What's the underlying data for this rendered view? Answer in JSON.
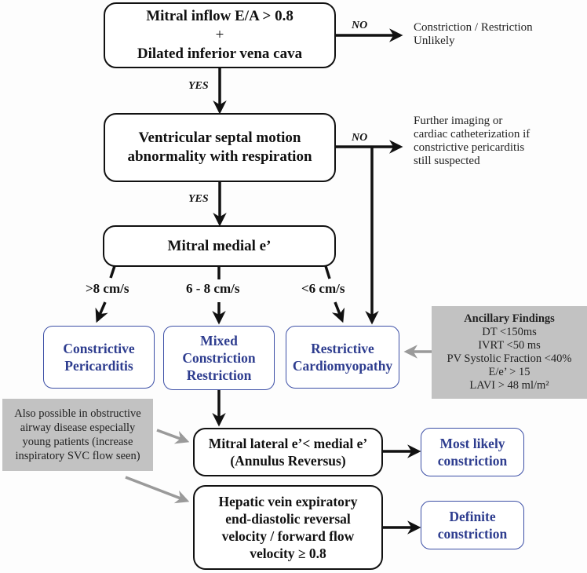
{
  "nodes": {
    "start": {
      "line1": "Mitral inflow E/A > 0.8",
      "line2": "+",
      "line3": "Dilated inferior vena cava"
    },
    "septal": {
      "line1": "Ventricular septal motion",
      "line2": "abnormality with respiration"
    },
    "medial": {
      "text": "Mitral medial e’"
    },
    "constrictive": {
      "line1": "Constrictive",
      "line2": "Pericarditis"
    },
    "mixed": {
      "line1": "Mixed",
      "line2": "Constriction",
      "line3": "Restriction"
    },
    "restrictive": {
      "line1": "Restrictive",
      "line2": "Cardiomyopathy"
    },
    "lateral": {
      "line1": "Mitral lateral e’< medial e’",
      "line2": "(Annulus Reversus)"
    },
    "hepatic": {
      "line1": "Hepatic vein expiratory",
      "line2": "end-diastolic reversal",
      "line3": "velocity / forward flow",
      "line4": "velocity ≥ 0.8"
    },
    "most_likely": {
      "line1": "Most likely",
      "line2": "constriction"
    },
    "definite": {
      "line1": "Definite",
      "line2": "constriction"
    }
  },
  "outcomes": {
    "unlikely": {
      "line1": "Constriction / Restriction",
      "line2": "Unlikely"
    },
    "further": {
      "line1": "Further imaging or",
      "line2": "cardiac catheterization if",
      "line3": "constrictive pericarditis",
      "line4": "still suspected"
    }
  },
  "edge_labels": {
    "no1": "NO",
    "yes1": "YES",
    "no2": "NO",
    "yes2": "YES",
    "gt8": ">8 cm/s",
    "mid": "6 - 8 cm/s",
    "lt6": "<6 cm/s"
  },
  "ancillary": {
    "title": "Ancillary Findings",
    "items": [
      "DT <150ms",
      "IVRT <50 ms",
      "PV Systolic Fraction <40%",
      "E/e’ > 15",
      "LAVI > 48 ml/m²"
    ]
  },
  "note": {
    "line1": "Also possible in obstructive",
    "line2": "airway disease especially",
    "line3": "young patients (increase",
    "line4": "inspiratory SVC flow seen)"
  },
  "colors": {
    "black_box_border": "#111111",
    "blue_box_border": "#3c4fa6",
    "blue_text": "#2e3d8f",
    "grey_fill": "#c2c2c2",
    "grey_arrow": "#9a9a9a"
  }
}
